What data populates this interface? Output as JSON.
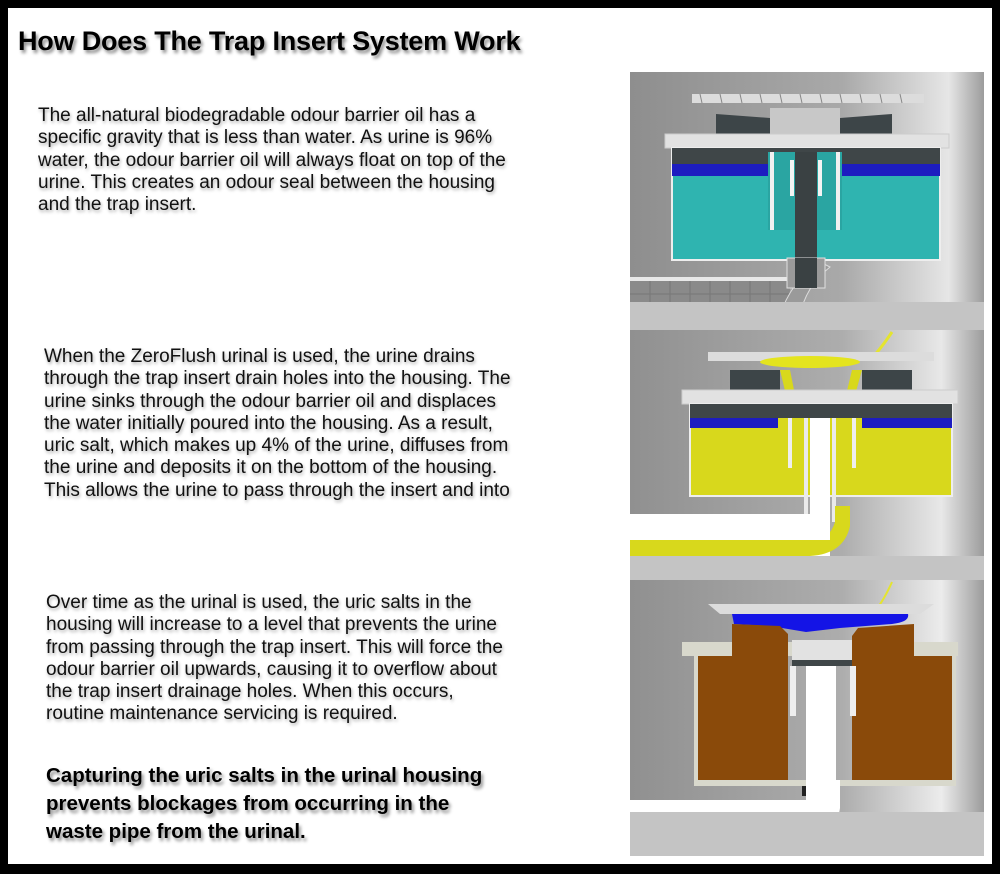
{
  "title": "How Does The Trap Insert System Work",
  "sections": [
    {
      "id": "oil-barrier",
      "lines": [
        "The all-natural biodegradable odour barrier oil has a",
        "specific gravity that is less than water. As urine is 96%",
        "water, the odour barrier oil will always float on top of the",
        "urine. This creates an odour seal between the housing",
        "and the trap insert."
      ],
      "figure": {
        "name": "trap-insert-initial-state",
        "liquid_color": "#2fb4b0",
        "oil_color": "#1d1dc0"
      }
    },
    {
      "id": "urine-flow",
      "lines": [
        "When the ZeroFlush urinal is used, the urine drains",
        "through the trap insert drain holes into the housing. The",
        "urine sinks through the odour barrier oil and displaces",
        "the water initially poured into the housing. As a result,",
        "uric salt, which makes up 4% of the urine, diffuses from",
        "the urine and deposits it on the bottom of the housing.",
        "This allows the urine to pass through the insert and into"
      ],
      "figure": {
        "name": "trap-insert-in-use",
        "liquid_color": "#d8d81c",
        "oil_color": "#1d1dc0"
      }
    },
    {
      "id": "salt-buildup",
      "lines": [
        "Over time as the urinal is used, the uric salts in the",
        "housing will increase to a level that prevents the urine",
        "from passing through the trap insert. This will force the",
        "odour barrier oil upwards, causing it to overflow about",
        "the trap insert drainage holes. When this occurs,",
        "routine maintenance servicing is required."
      ],
      "figure": {
        "name": "trap-insert-salt-buildup",
        "liquid_color": "#8a4a0a",
        "oil_color": "#1414e6"
      }
    }
  ],
  "conclusion": {
    "lines": [
      "Capturing the uric salts in the urinal housing",
      "prevents blockages from occurring in the",
      "waste pipe from the urinal."
    ]
  }
}
